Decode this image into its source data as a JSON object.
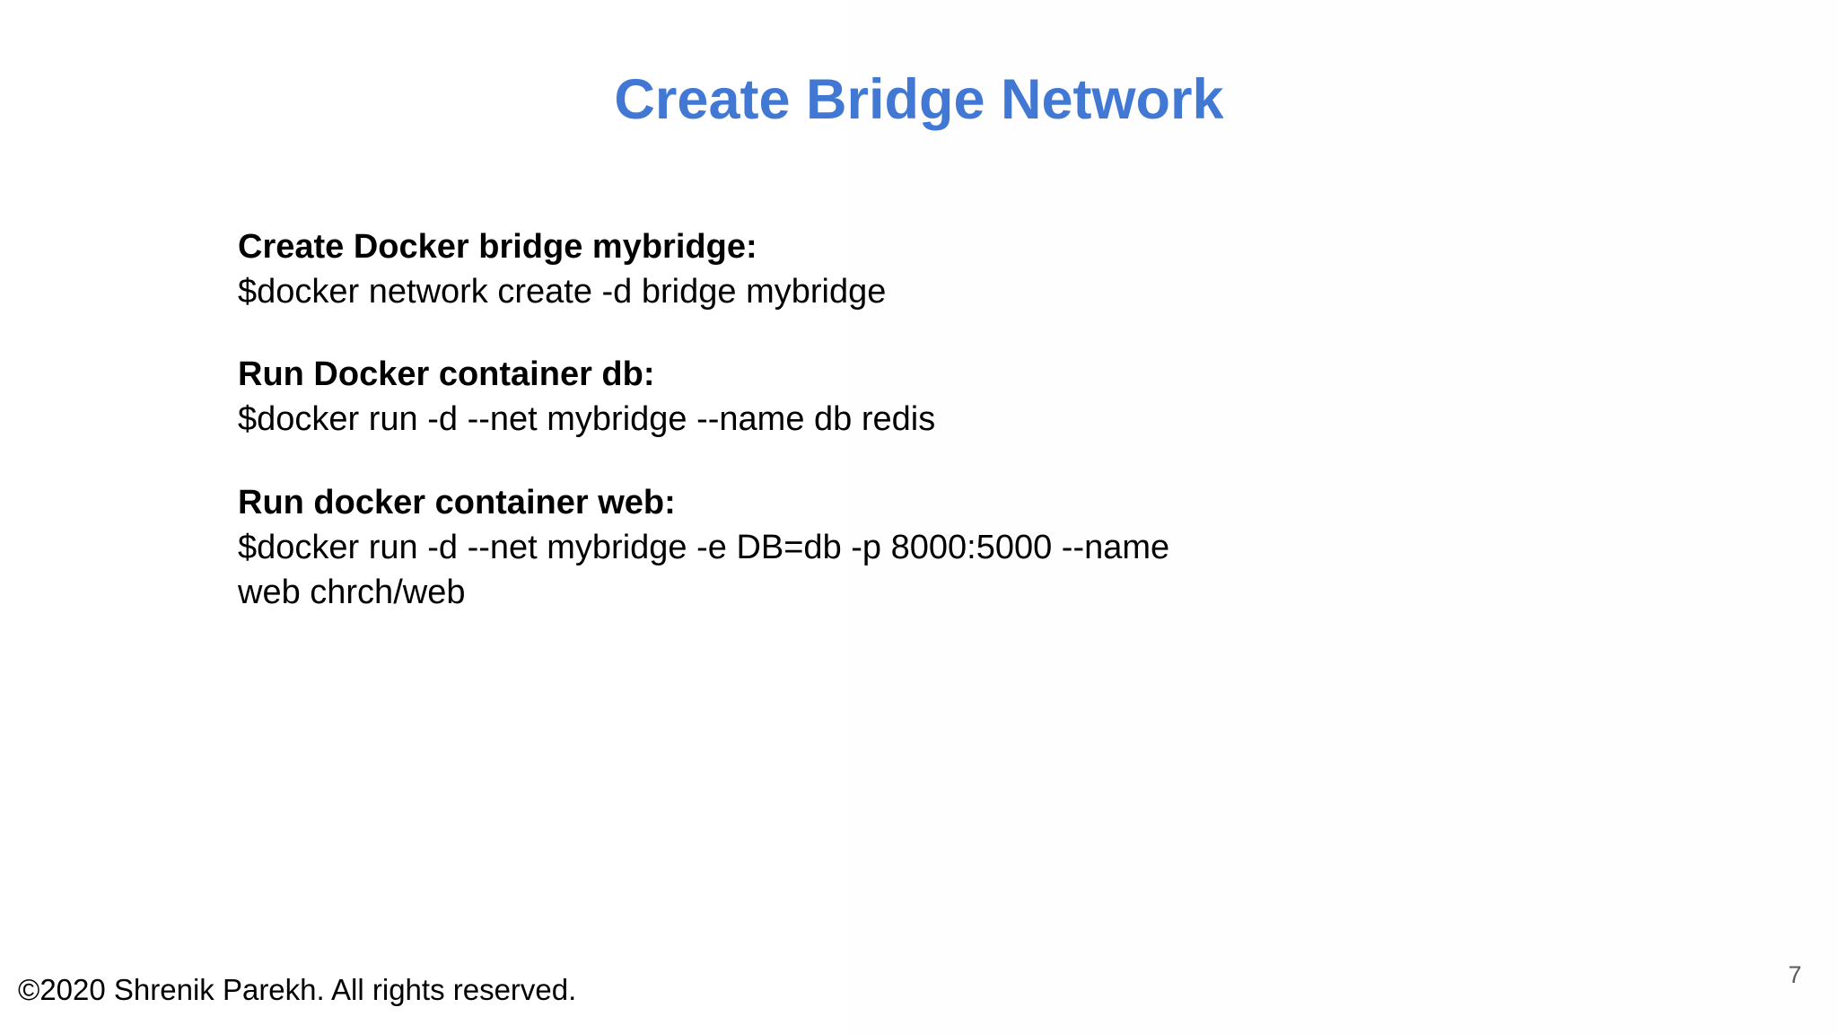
{
  "slide": {
    "title": "Create Bridge Network",
    "title_color": "#4178d4",
    "background_color": "#ffffff",
    "body_text_color": "#000000",
    "page_number": "7",
    "page_number_color": "#5a5a5a",
    "footer": {
      "copyright": "©2020 Shrenik Parekh. All rights reserved."
    },
    "sections": [
      {
        "heading": "Create Docker bridge mybridge:",
        "command": "$docker network create -d bridge mybridge"
      },
      {
        "heading": "Run Docker container db:",
        "command": "$docker run -d --net mybridge --name db redis"
      },
      {
        "heading": "Run docker container web:",
        "command": "$docker run -d --net mybridge -e DB=db -p 8000:5000 --name web chrch/web"
      }
    ]
  }
}
